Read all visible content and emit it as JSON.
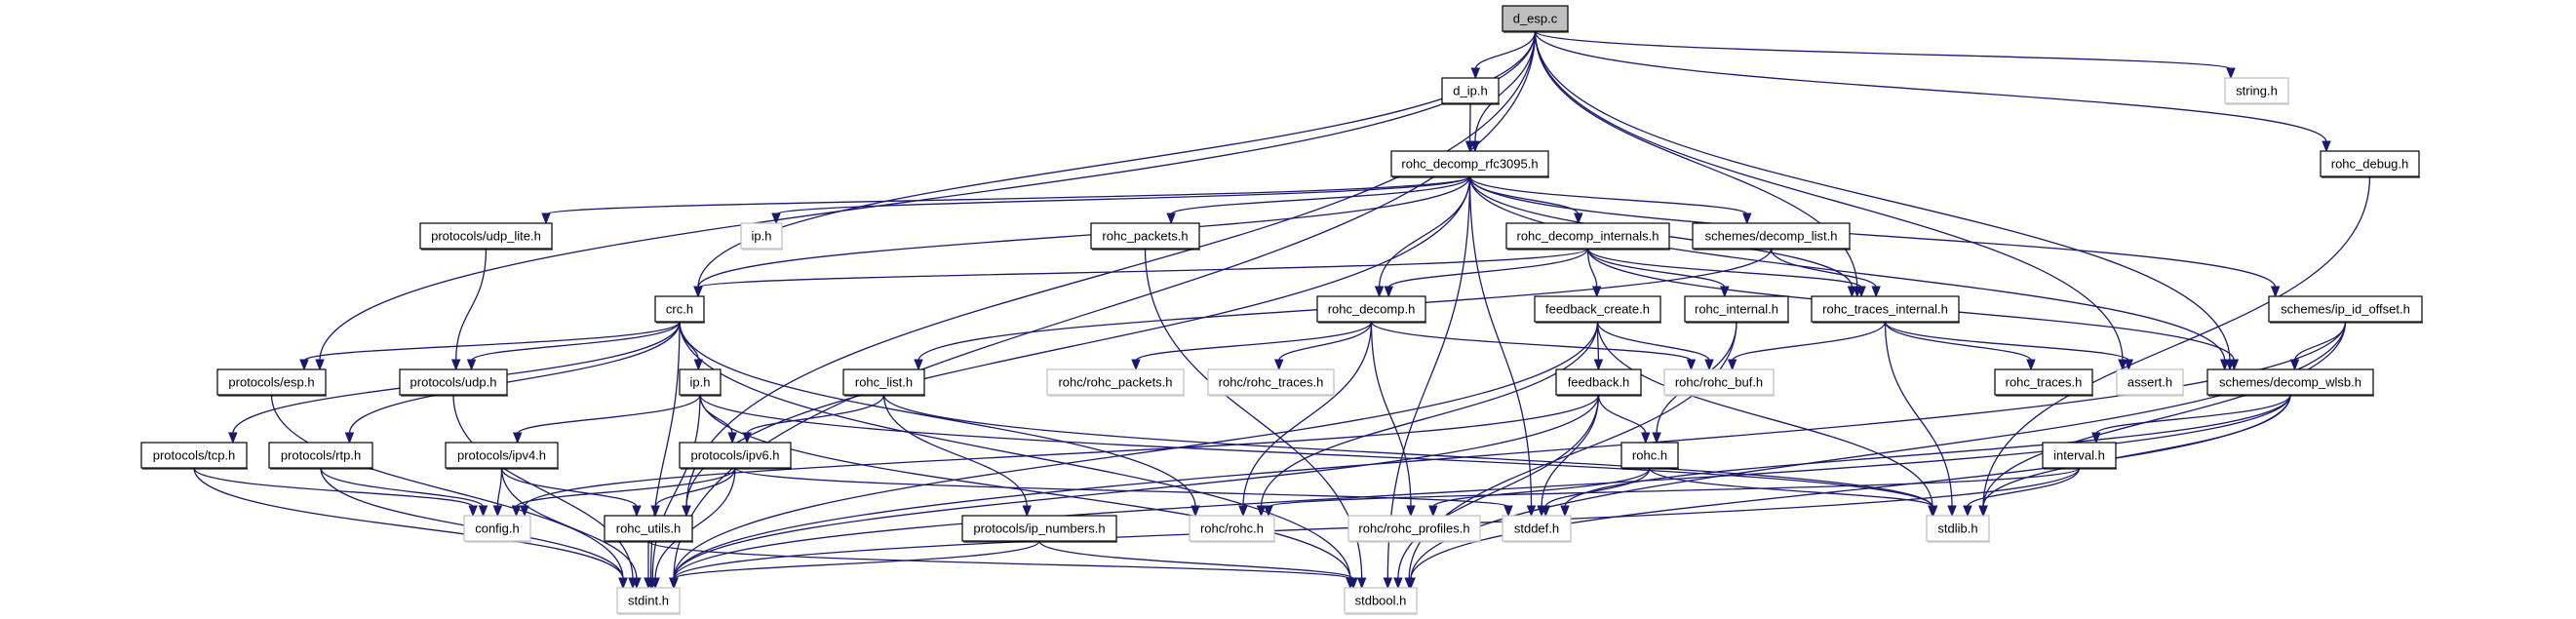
{
  "graph": {
    "colors": {
      "edge": "#191970",
      "documented_border": "#000000",
      "external_border": "#bfbfbf",
      "root_fill": "#bfbfbf",
      "node_fill": "#ffffff"
    },
    "nodes": [
      {
        "id": "d_esp_c",
        "label": "d_esp.c",
        "kind": "root"
      },
      {
        "id": "d_ip_h",
        "label": "d_ip.h",
        "kind": "documented"
      },
      {
        "id": "string_h",
        "label": "string.h",
        "kind": "external"
      },
      {
        "id": "rfc3095",
        "label": "rohc_decomp_rfc3095.h",
        "kind": "documented"
      },
      {
        "id": "rohc_debug",
        "label": "rohc_debug.h",
        "kind": "documented"
      },
      {
        "id": "udp_lite",
        "label": "protocols/udp_lite.h",
        "kind": "documented"
      },
      {
        "id": "ip_h_ext",
        "label": "ip.h",
        "kind": "external"
      },
      {
        "id": "rohc_packets",
        "label": "rohc_packets.h",
        "kind": "documented"
      },
      {
        "id": "decomp_internals",
        "label": "rohc_decomp_internals.h",
        "kind": "documented"
      },
      {
        "id": "decomp_list",
        "label": "schemes/decomp_list.h",
        "kind": "documented"
      },
      {
        "id": "crc_h",
        "label": "crc.h",
        "kind": "documented"
      },
      {
        "id": "rohc_decomp",
        "label": "rohc_decomp.h",
        "kind": "documented"
      },
      {
        "id": "feedback_create",
        "label": "feedback_create.h",
        "kind": "documented"
      },
      {
        "id": "rohc_internal",
        "label": "rohc_internal.h",
        "kind": "documented"
      },
      {
        "id": "traces_internal",
        "label": "rohc_traces_internal.h",
        "kind": "documented"
      },
      {
        "id": "ip_id_offset",
        "label": "schemes/ip_id_offset.h",
        "kind": "documented"
      },
      {
        "id": "esp_h",
        "label": "protocols/esp.h",
        "kind": "documented"
      },
      {
        "id": "udp_h",
        "label": "protocols/udp.h",
        "kind": "documented"
      },
      {
        "id": "ip_h",
        "label": "ip.h",
        "kind": "documented"
      },
      {
        "id": "rohc_list",
        "label": "rohc_list.h",
        "kind": "documented"
      },
      {
        "id": "rohc_rohc_packets",
        "label": "rohc/rohc_packets.h",
        "kind": "external"
      },
      {
        "id": "rohc_rohc_traces",
        "label": "rohc/rohc_traces.h",
        "kind": "external"
      },
      {
        "id": "feedback_h",
        "label": "feedback.h",
        "kind": "documented"
      },
      {
        "id": "rohc_buf",
        "label": "rohc/rohc_buf.h",
        "kind": "external"
      },
      {
        "id": "rohc_traces",
        "label": "rohc_traces.h",
        "kind": "documented"
      },
      {
        "id": "assert_h",
        "label": "assert.h",
        "kind": "external"
      },
      {
        "id": "decomp_wlsb",
        "label": "schemes/decomp_wlsb.h",
        "kind": "documented"
      },
      {
        "id": "tcp_h",
        "label": "protocols/tcp.h",
        "kind": "documented"
      },
      {
        "id": "rtp_h",
        "label": "protocols/rtp.h",
        "kind": "documented"
      },
      {
        "id": "ipv4_h",
        "label": "protocols/ipv4.h",
        "kind": "documented"
      },
      {
        "id": "ipv6_h",
        "label": "protocols/ipv6.h",
        "kind": "documented"
      },
      {
        "id": "rohc_h",
        "label": "rohc.h",
        "kind": "documented"
      },
      {
        "id": "interval_h",
        "label": "interval.h",
        "kind": "documented"
      },
      {
        "id": "config_h",
        "label": "config.h",
        "kind": "external"
      },
      {
        "id": "rohc_utils",
        "label": "rohc_utils.h",
        "kind": "documented"
      },
      {
        "id": "ip_numbers",
        "label": "protocols/ip_numbers.h",
        "kind": "documented"
      },
      {
        "id": "rohc_rohc_h",
        "label": "rohc/rohc.h",
        "kind": "external"
      },
      {
        "id": "rohc_profiles",
        "label": "rohc/rohc_profiles.h",
        "kind": "external"
      },
      {
        "id": "stddef_h",
        "label": "stddef.h",
        "kind": "external"
      },
      {
        "id": "stdlib_h",
        "label": "stdlib.h",
        "kind": "external"
      },
      {
        "id": "stdint_h",
        "label": "stdint.h",
        "kind": "external"
      },
      {
        "id": "stdbool_h",
        "label": "stdbool.h",
        "kind": "external"
      }
    ],
    "edges": [
      [
        "d_esp_c",
        "d_ip_h"
      ],
      [
        "d_esp_c",
        "rfc3095"
      ],
      [
        "d_esp_c",
        "string_h"
      ],
      [
        "d_esp_c",
        "rohc_debug"
      ],
      [
        "d_esp_c",
        "crc_h"
      ],
      [
        "d_esp_c",
        "esp_h"
      ],
      [
        "d_esp_c",
        "rohc_utils"
      ],
      [
        "d_esp_c",
        "stdint_h"
      ],
      [
        "d_esp_c",
        "traces_internal"
      ],
      [
        "d_esp_c",
        "assert_h"
      ],
      [
        "d_esp_c",
        "decomp_wlsb"
      ],
      [
        "d_ip_h",
        "rfc3095"
      ],
      [
        "rfc3095",
        "udp_lite"
      ],
      [
        "rfc3095",
        "ip_h_ext"
      ],
      [
        "rfc3095",
        "rohc_packets"
      ],
      [
        "rfc3095",
        "crc_h"
      ],
      [
        "rfc3095",
        "rohc_utils"
      ],
      [
        "rfc3095",
        "rohc_decomp"
      ],
      [
        "rfc3095",
        "stddef_h"
      ],
      [
        "rfc3095",
        "decomp_internals"
      ],
      [
        "rfc3095",
        "decomp_list"
      ],
      [
        "rfc3095",
        "traces_internal"
      ],
      [
        "rfc3095",
        "decomp_wlsb"
      ],
      [
        "rfc3095",
        "ip_id_offset"
      ],
      [
        "rfc3095",
        "stdbool_h"
      ],
      [
        "rohc_debug",
        "stdlib_h"
      ],
      [
        "udp_lite",
        "udp_h"
      ],
      [
        "rohc_packets",
        "stdbool_h"
      ],
      [
        "decomp_internals",
        "crc_h"
      ],
      [
        "decomp_internals",
        "rohc_decomp"
      ],
      [
        "decomp_internals",
        "feedback_create"
      ],
      [
        "decomp_internals",
        "rohc_internal"
      ],
      [
        "decomp_internals",
        "traces_internal"
      ],
      [
        "decomp_internals",
        "decomp_wlsb"
      ],
      [
        "decomp_list",
        "rohc_list"
      ],
      [
        "decomp_list",
        "traces_internal"
      ],
      [
        "crc_h",
        "esp_h"
      ],
      [
        "crc_h",
        "udp_h"
      ],
      [
        "crc_h",
        "ip_h"
      ],
      [
        "crc_h",
        "tcp_h"
      ],
      [
        "crc_h",
        "rtp_h"
      ],
      [
        "crc_h",
        "rohc_rohc_h"
      ],
      [
        "crc_h",
        "stdbool_h"
      ],
      [
        "crc_h",
        "stdint_h"
      ],
      [
        "rohc_decomp",
        "rohc_rohc_packets"
      ],
      [
        "rohc_decomp",
        "rohc_rohc_traces"
      ],
      [
        "rohc_decomp",
        "rohc_buf"
      ],
      [
        "rohc_decomp",
        "rohc_profiles"
      ],
      [
        "rohc_decomp",
        "rohc_rohc_h"
      ],
      [
        "feedback_create",
        "feedback_h"
      ],
      [
        "feedback_create",
        "rohc_buf"
      ],
      [
        "feedback_create",
        "rohc_rohc_h"
      ],
      [
        "feedback_create",
        "stdint_h"
      ],
      [
        "feedback_create",
        "stdlib_h"
      ],
      [
        "rohc_internal",
        "rohc_h"
      ],
      [
        "rohc_internal",
        "stdbool_h"
      ],
      [
        "traces_internal",
        "rohc_buf"
      ],
      [
        "traces_internal",
        "rohc_traces"
      ],
      [
        "traces_internal",
        "assert_h"
      ],
      [
        "traces_internal",
        "stdlib_h"
      ],
      [
        "ip_id_offset",
        "decomp_wlsb"
      ],
      [
        "ip_id_offset",
        "stdlib_h"
      ],
      [
        "ip_id_offset",
        "stdint_h"
      ],
      [
        "ip_id_offset",
        "stdbool_h"
      ],
      [
        "esp_h",
        "stdint_h"
      ],
      [
        "udp_h",
        "stdint_h"
      ],
      [
        "ip_h",
        "ipv4_h"
      ],
      [
        "ip_h",
        "ipv6_h"
      ],
      [
        "ip_h",
        "stdint_h"
      ],
      [
        "ip_h",
        "stdbool_h"
      ],
      [
        "ip_h",
        "stdlib_h"
      ],
      [
        "rohc_list",
        "ipv6_h"
      ],
      [
        "rohc_list",
        "ip_numbers"
      ],
      [
        "rohc_list",
        "stdlib_h"
      ],
      [
        "feedback_h",
        "rohc_h"
      ],
      [
        "feedback_h",
        "stddef_h"
      ],
      [
        "feedback_h",
        "stdbool_h"
      ],
      [
        "feedback_h",
        "stdint_h"
      ],
      [
        "feedback_h",
        "config_h"
      ],
      [
        "decomp_wlsb",
        "interval_h"
      ],
      [
        "decomp_wlsb",
        "stdlib_h"
      ],
      [
        "decomp_wlsb",
        "stddef_h"
      ],
      [
        "decomp_wlsb",
        "stdint_h"
      ],
      [
        "decomp_wlsb",
        "stdbool_h"
      ],
      [
        "tcp_h",
        "config_h"
      ],
      [
        "tcp_h",
        "stdint_h"
      ],
      [
        "rtp_h",
        "config_h"
      ],
      [
        "rtp_h",
        "stdint_h"
      ],
      [
        "ipv4_h",
        "config_h"
      ],
      [
        "ipv4_h",
        "rohc_utils"
      ],
      [
        "ipv4_h",
        "stdint_h"
      ],
      [
        "ipv6_h",
        "config_h"
      ],
      [
        "ipv6_h",
        "rohc_utils"
      ],
      [
        "ipv6_h",
        "stdint_h"
      ],
      [
        "ipv6_h",
        "stddef_h"
      ],
      [
        "rohc_h",
        "rohc_profiles"
      ],
      [
        "rohc_h",
        "stddef_h"
      ],
      [
        "rohc_h",
        "stdlib_h"
      ],
      [
        "interval_h",
        "rohc_rohc_h"
      ],
      [
        "interval_h",
        "stdlib_h"
      ],
      [
        "interval_h",
        "stdint_h"
      ],
      [
        "rohc_utils",
        "stdint_h"
      ],
      [
        "rohc_utils",
        "stdbool_h"
      ],
      [
        "ip_numbers",
        "stdint_h"
      ],
      [
        "ip_numbers",
        "stdbool_h"
      ]
    ]
  }
}
